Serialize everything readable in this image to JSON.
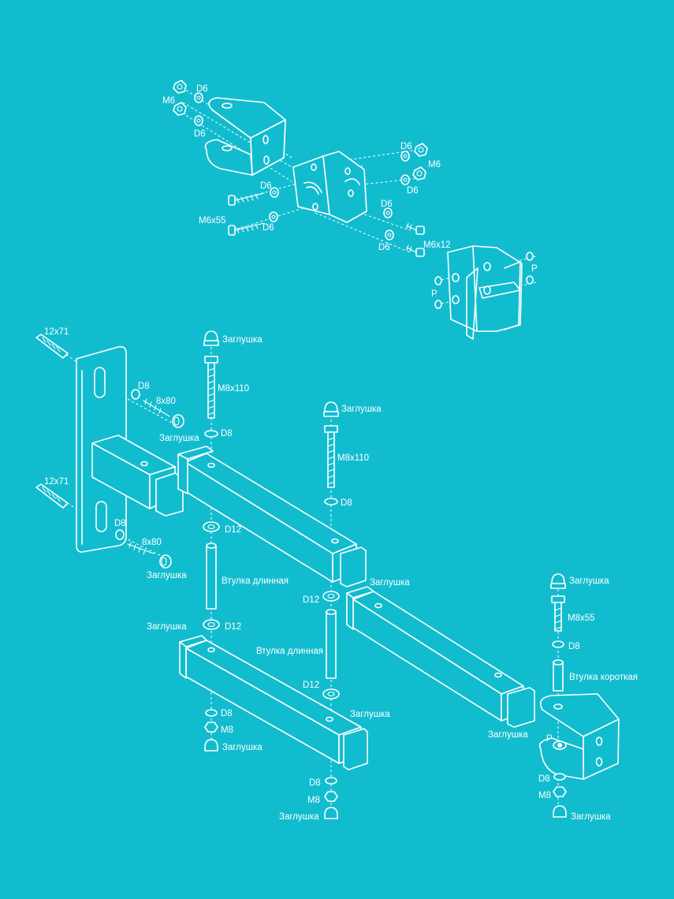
{
  "colors": {
    "background": "#12bccf",
    "line": "#ffffff"
  },
  "labels": {
    "d6_a": "D6",
    "m6_a": "M6",
    "d6_b": "D6",
    "d6_c": "D6",
    "m6_b": "M6",
    "d6_d": "D6",
    "d6_e": "D6",
    "d6_f": "D6",
    "m6x55": "M6x55",
    "d6_g": "D6",
    "d6_h": "D6",
    "m6x12": "M6x12",
    "p_a": "P",
    "p_b": "P",
    "anchor_top": "12x71",
    "anchor_bottom": "12x71",
    "d8_wall_top": "D8",
    "bolt_8x80_top": "8x80",
    "cap_wall_top": "Заглушка",
    "d8_wall_bottom": "D8",
    "bolt_8x80_bottom": "8x80",
    "cap_wall_bottom": "Заглушка",
    "cap_pivot1": "Заглушка",
    "m8x110_pivot1": "M8x110",
    "d8_pivot1": "D8",
    "d12_pivot1": "D12",
    "sleeve_long_1": "Втулка длинная",
    "cap_lower_left": "Заглушка",
    "d12_lower_left": "D12",
    "d8_lower_left": "D8",
    "m8_lower_left": "M8",
    "cap_lower_left_nut": "Заглушка",
    "cap_pivot2": "Заглушка",
    "m8x110_pivot2": "M8x110",
    "d8_pivot2": "D8",
    "cap_arm1_end": "Заглушка",
    "d12_pivot2_top": "D12",
    "sleeve_long_2": "Втулка длинная",
    "d12_pivot2_bottom": "D12",
    "cap_arm3_end": "Заглушка",
    "d8_center_bottom": "D8",
    "m8_center_bottom": "M8",
    "cap_center_bottom": "Заглушка",
    "cap_pivot3": "Заглушка",
    "m8x55": "M8x55",
    "d8_pivot3": "D8",
    "sleeve_short": "Втулка короткая",
    "cap_arm2_end": "Заглушка",
    "p_bracket": "P",
    "d8_right_bottom": "D8",
    "m8_right_bottom": "M8",
    "cap_right_bottom": "Заглушка"
  }
}
